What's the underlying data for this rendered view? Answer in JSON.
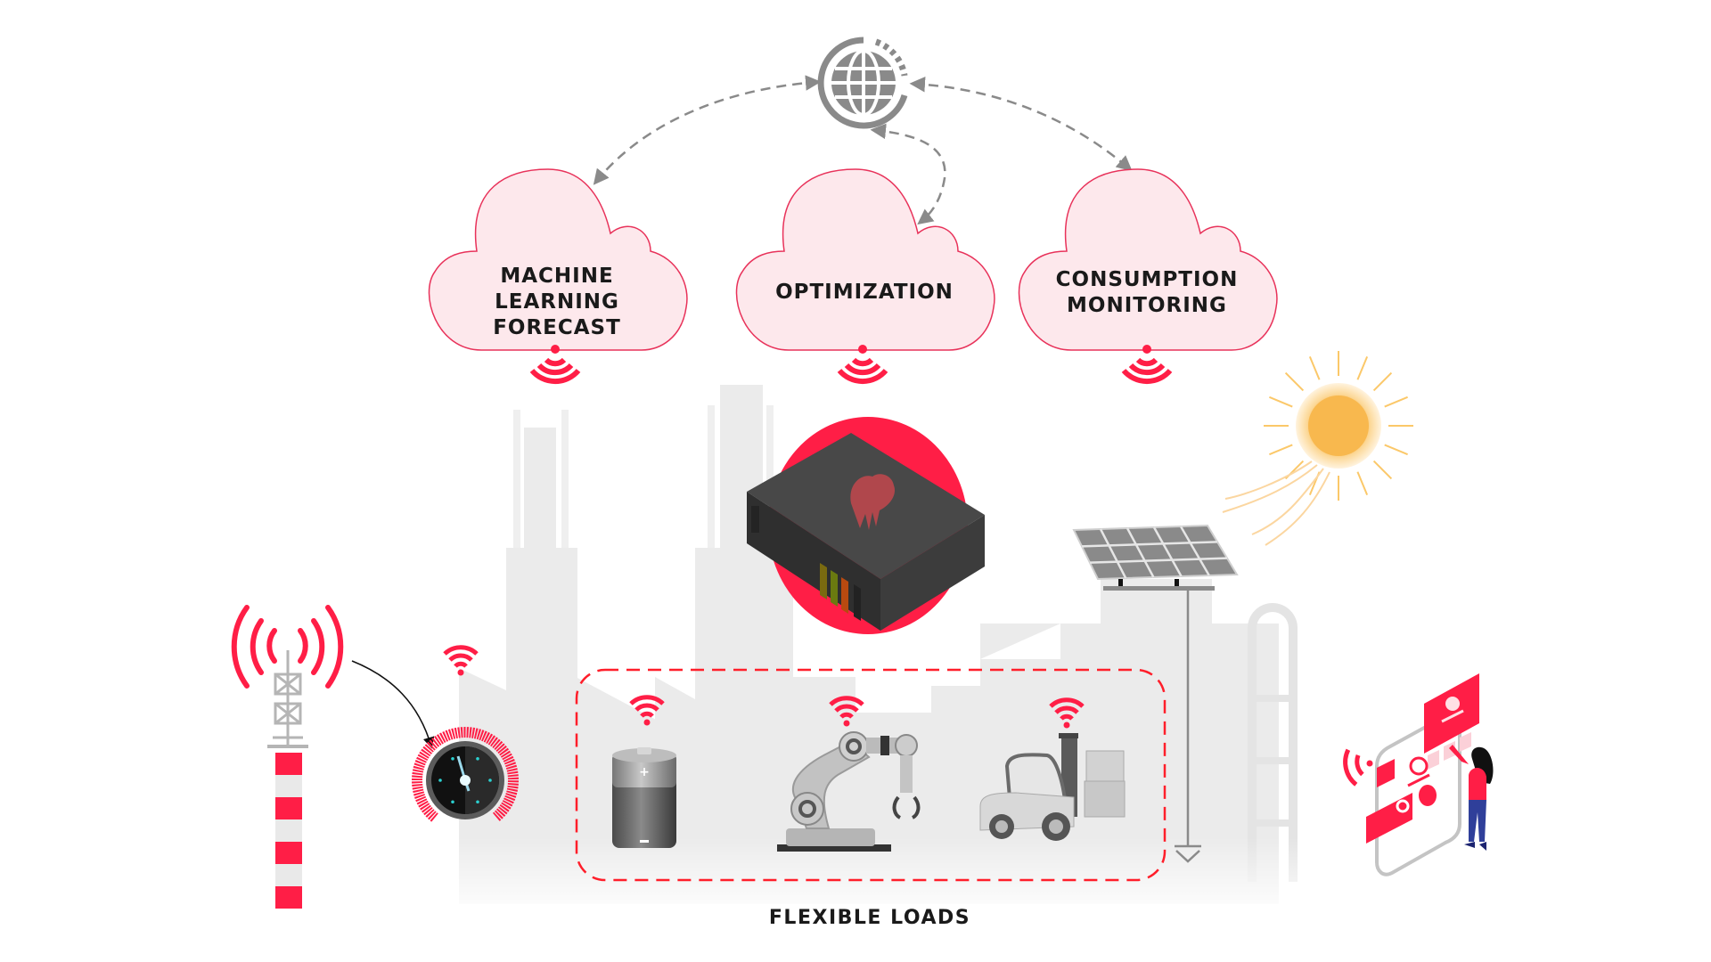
{
  "title": "Energy management system architecture",
  "colors": {
    "accent_red": "#ff1e46",
    "cloud_fill": "#fde8ec",
    "cloud_stroke": "#e8325a",
    "factory_gray": "#ebebeb",
    "connector_gray": "#8a8a8a",
    "device_dark": "#3c3c3c",
    "sun_core": "#f8b84e"
  },
  "hub": {
    "icon": "globe-icon"
  },
  "clouds": [
    {
      "id": "ml-forecast",
      "lines": [
        "MACHINE",
        "LEARNING FORECAST"
      ]
    },
    {
      "id": "optimization",
      "lines": [
        "OPTIMIZATION"
      ]
    },
    {
      "id": "consumption-monitoring",
      "lines": [
        "CONSUMPTION",
        "MONITORING"
      ]
    }
  ],
  "gateway": {
    "icon": "gateway-device-icon"
  },
  "grid_side": {
    "tower_icon": "cell-tower-icon",
    "meter_icon": "smart-meter-gauge-icon"
  },
  "renewables": {
    "sun_icon": "sun-icon",
    "panel_icon": "solar-panel-icon",
    "ground_icon": "ground-symbol-icon"
  },
  "flexible_loads": {
    "caption": "FLEXIBLE LOADS",
    "items": [
      {
        "name": "battery",
        "icon": "battery-icon"
      },
      {
        "name": "robotic-arm",
        "icon": "robot-arm-icon"
      },
      {
        "name": "forklift",
        "icon": "forklift-icon"
      }
    ]
  },
  "user_app": {
    "icon": "mobile-app-user-icon"
  }
}
